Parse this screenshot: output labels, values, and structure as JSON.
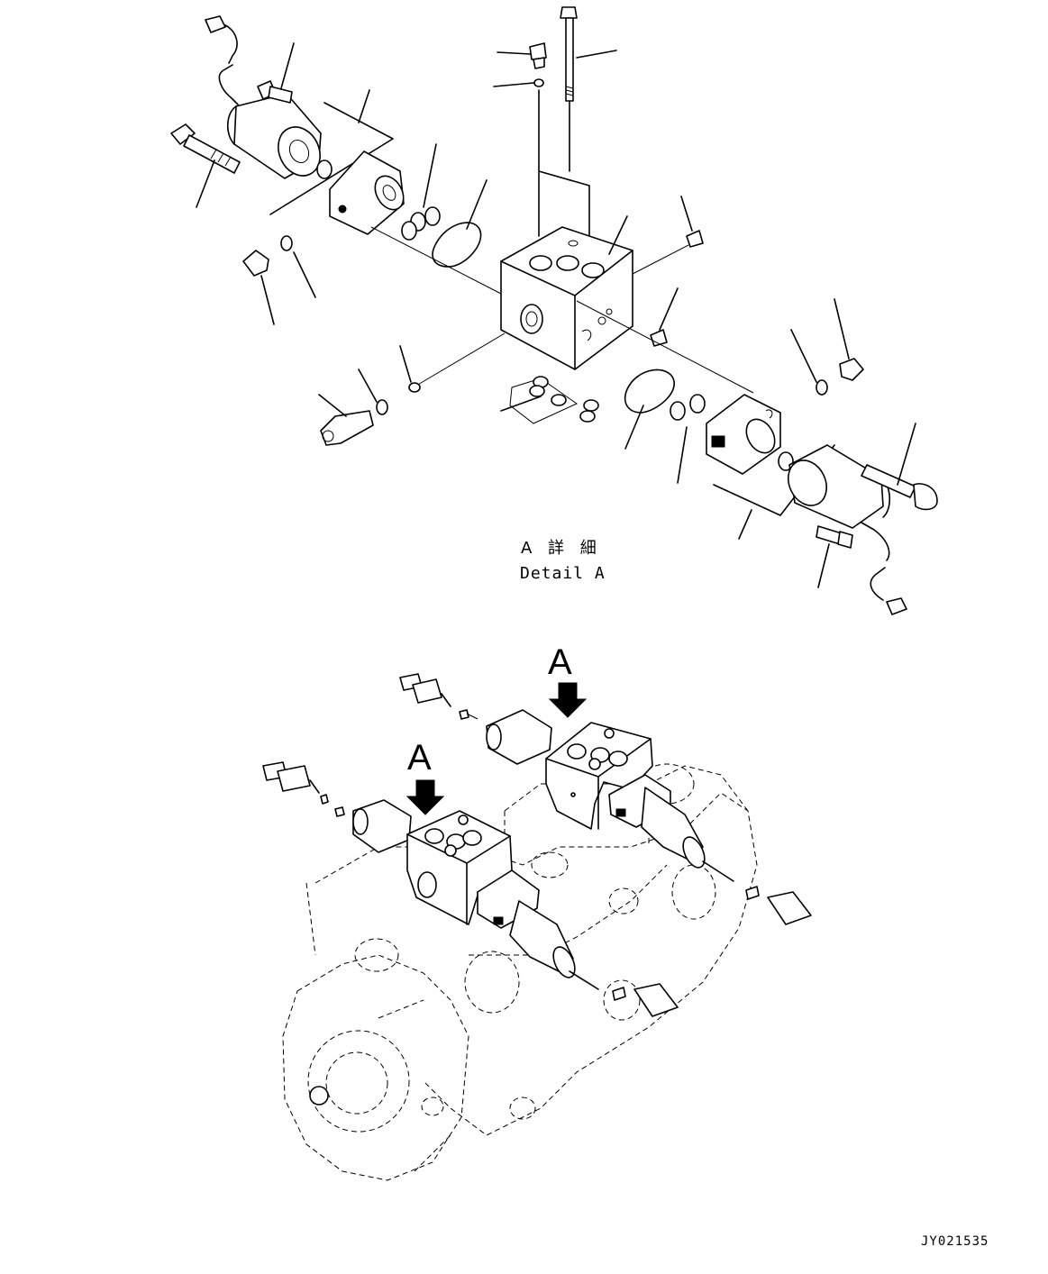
{
  "detail_title": {
    "japanese": "A 詳 細",
    "english": "Detail A"
  },
  "view_markers": [
    "A",
    "A"
  ],
  "drawing_code": "JY021535"
}
